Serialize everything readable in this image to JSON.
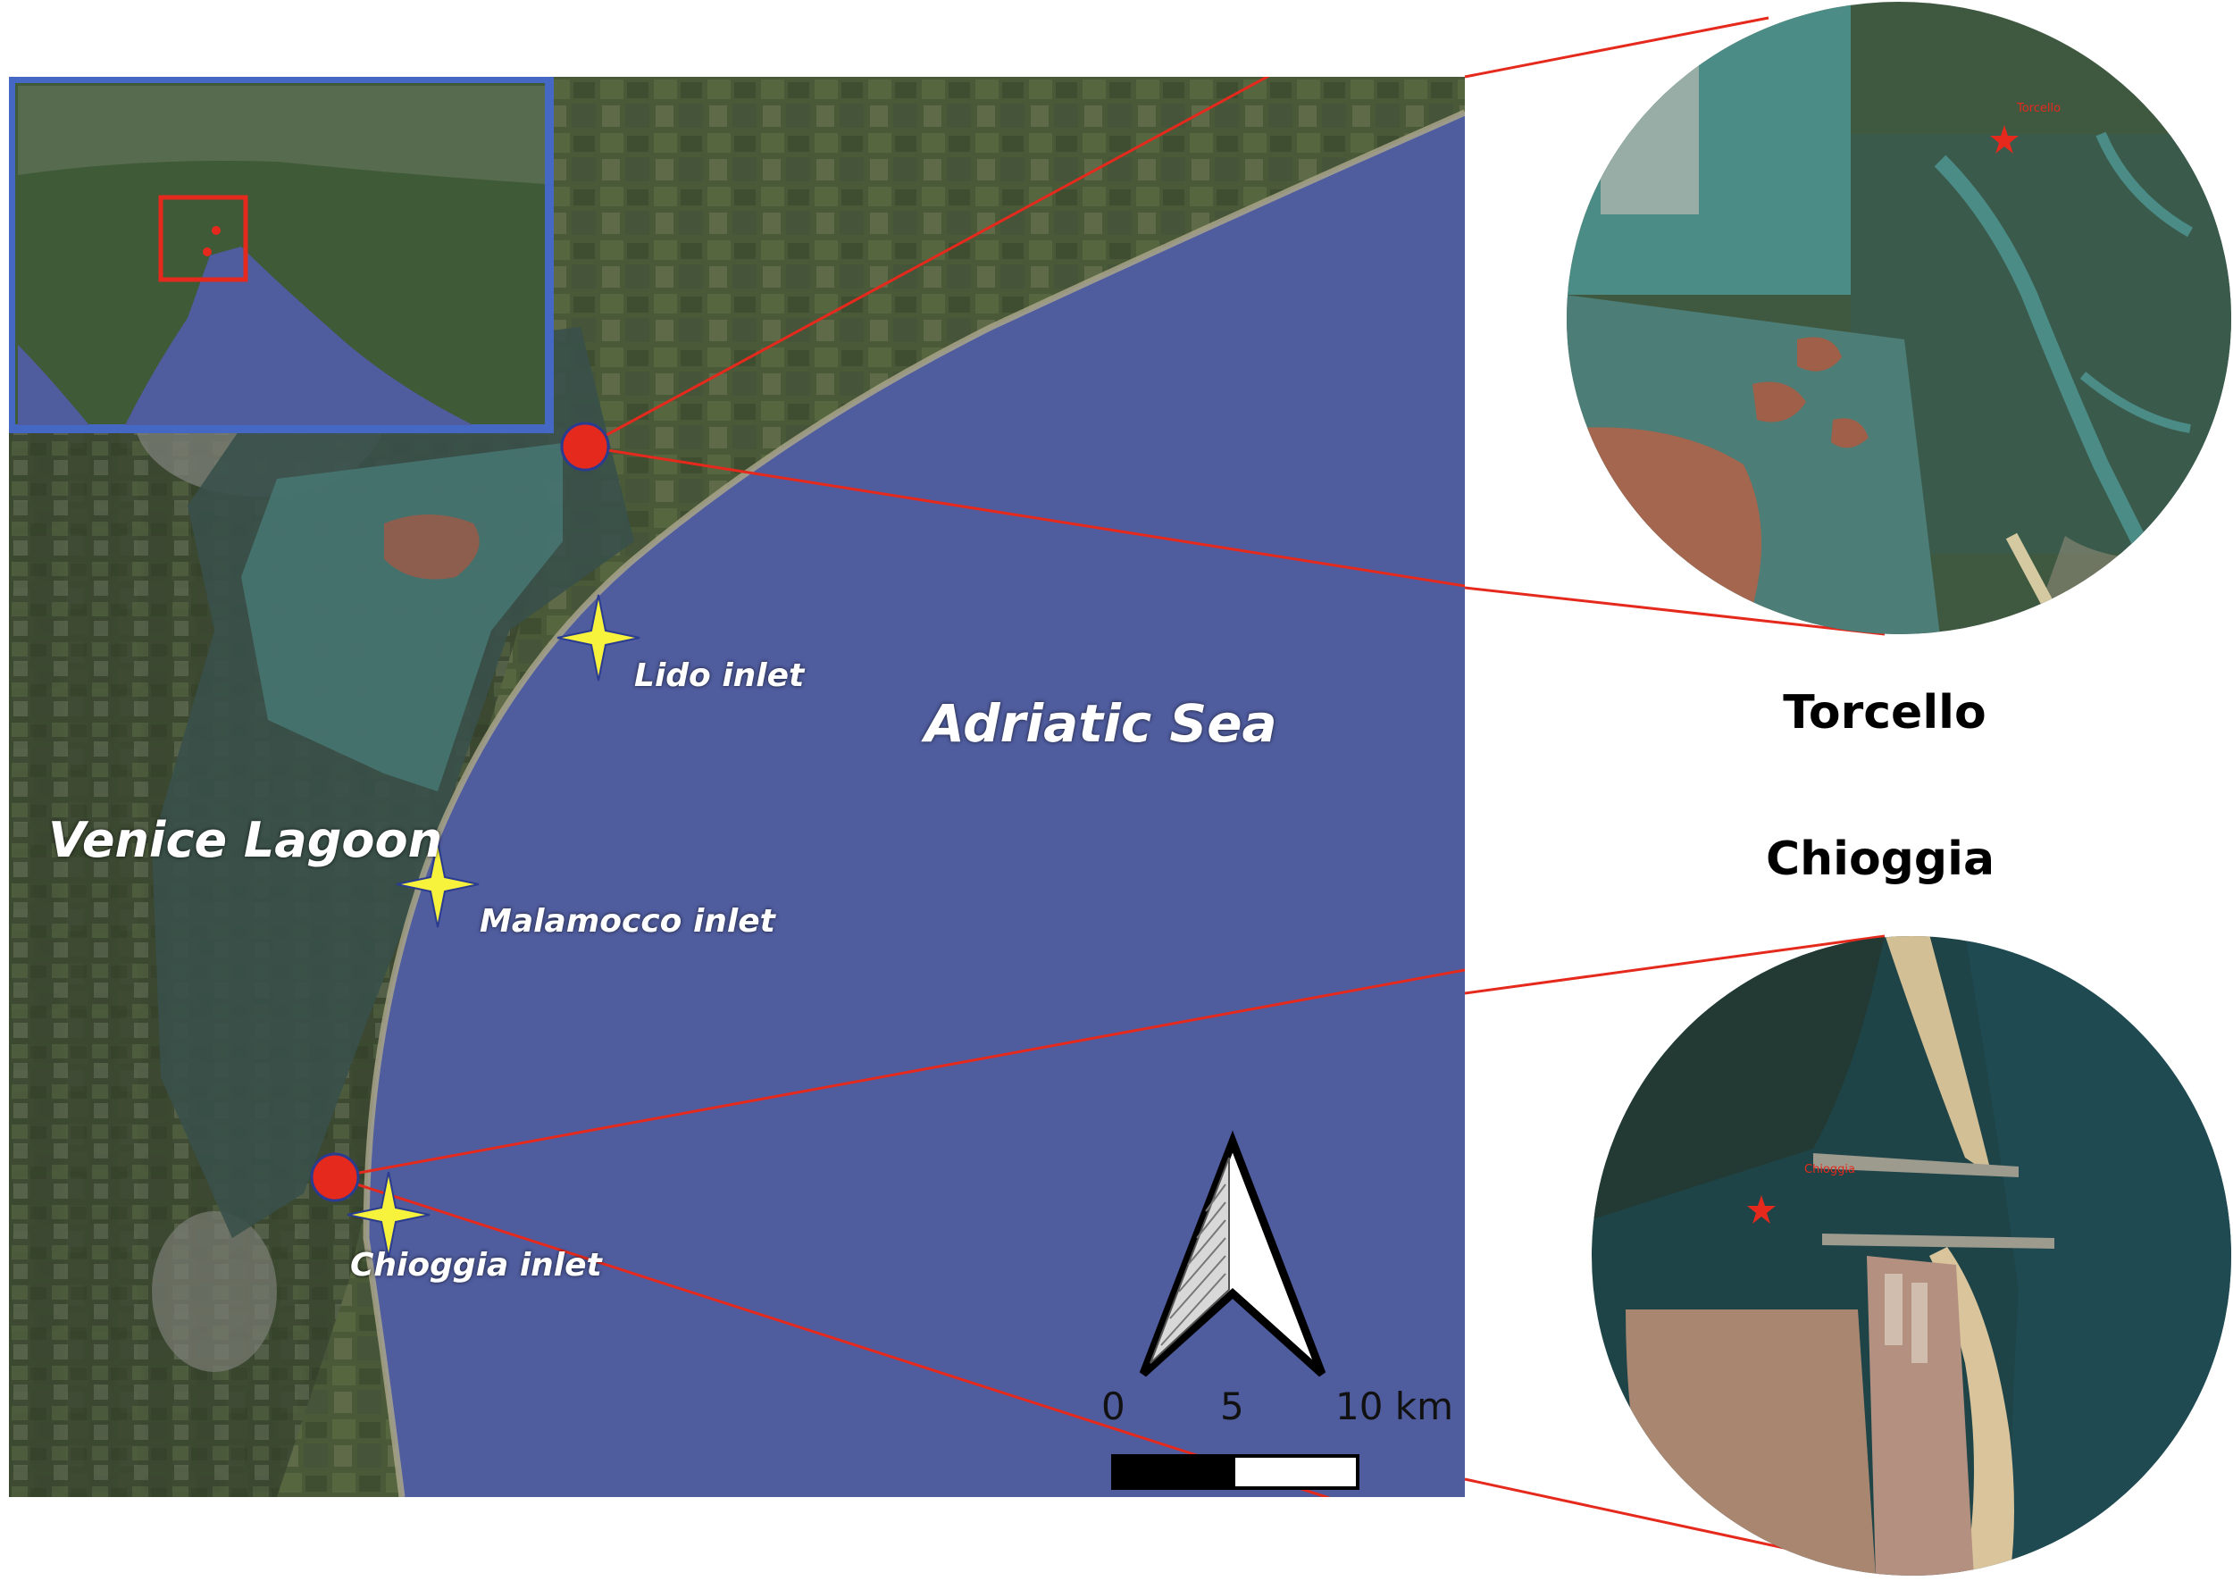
{
  "map": {
    "water_label": "Adriatic Sea",
    "lagoon_label": "Venice Lagoon",
    "inlets": [
      {
        "label": "Lido inlet"
      },
      {
        "label": "Malamocco inlet"
      },
      {
        "label": "Chioggia inlet"
      }
    ],
    "scale_bar": {
      "ticks": [
        "0",
        "5",
        "10 km"
      ]
    },
    "colors": {
      "sea": "#4f5c9e",
      "land": "#3c4a2e",
      "lagoon": "#3f6a63",
      "marker": "#e52a1d",
      "star": "#f7f23c",
      "inset_border": "#4468c4"
    }
  },
  "sites": [
    {
      "title": "Torcello",
      "zoom_label": "Torcello"
    },
    {
      "title": "Chioggia",
      "zoom_label": "Chioggia"
    }
  ]
}
